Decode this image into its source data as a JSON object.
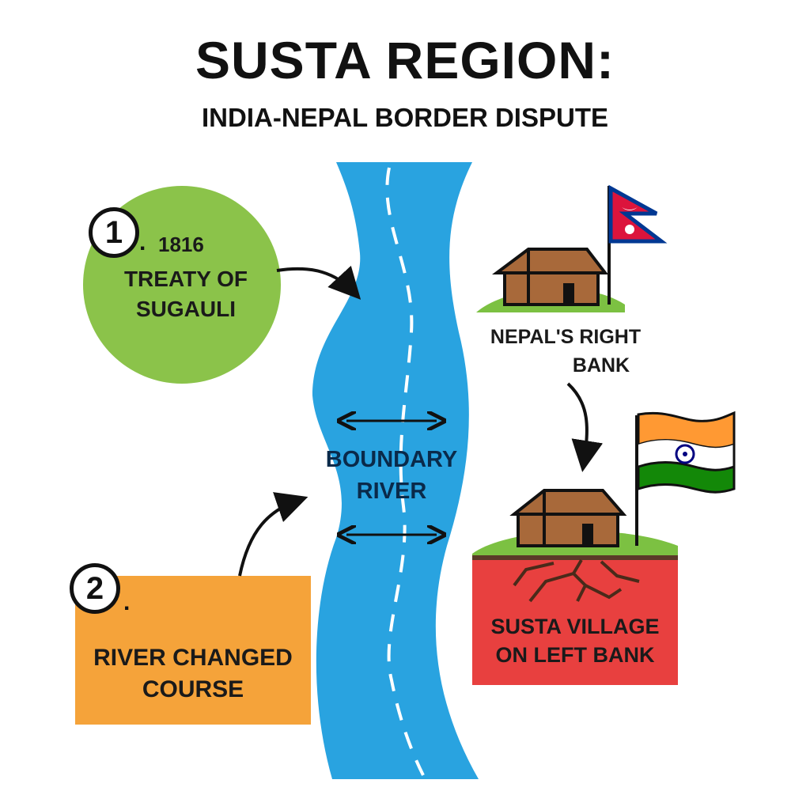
{
  "header": {
    "title": "SUSTA REGION:",
    "subtitle": "INDIA-NEPAL BORDER DISPUTE"
  },
  "step1": {
    "number": "1",
    "dot": ".",
    "lines": [
      "1816",
      "TREATY OF",
      "SUGAULI"
    ],
    "color": "#8BC34A"
  },
  "step2": {
    "number": "2",
    "dot": ".",
    "lines": [
      "RIVER CHANGED",
      "COURSE"
    ],
    "color": "#F5A33A"
  },
  "river": {
    "lines": [
      "BOUNDARY",
      "RIVER"
    ],
    "color": "#29A3E0"
  },
  "nepal": {
    "lines": [
      "NEPAL'S RIGHT",
      "BANK"
    ],
    "flag_colors": [
      "#DC143C",
      "#003893"
    ]
  },
  "susta": {
    "lines": [
      "SUSTA VILLAGE",
      "ON LEFT BANK"
    ],
    "color": "#E8403F",
    "flag_colors": [
      "#FF9933",
      "#FFFFFF",
      "#138808",
      "#000080"
    ]
  }
}
